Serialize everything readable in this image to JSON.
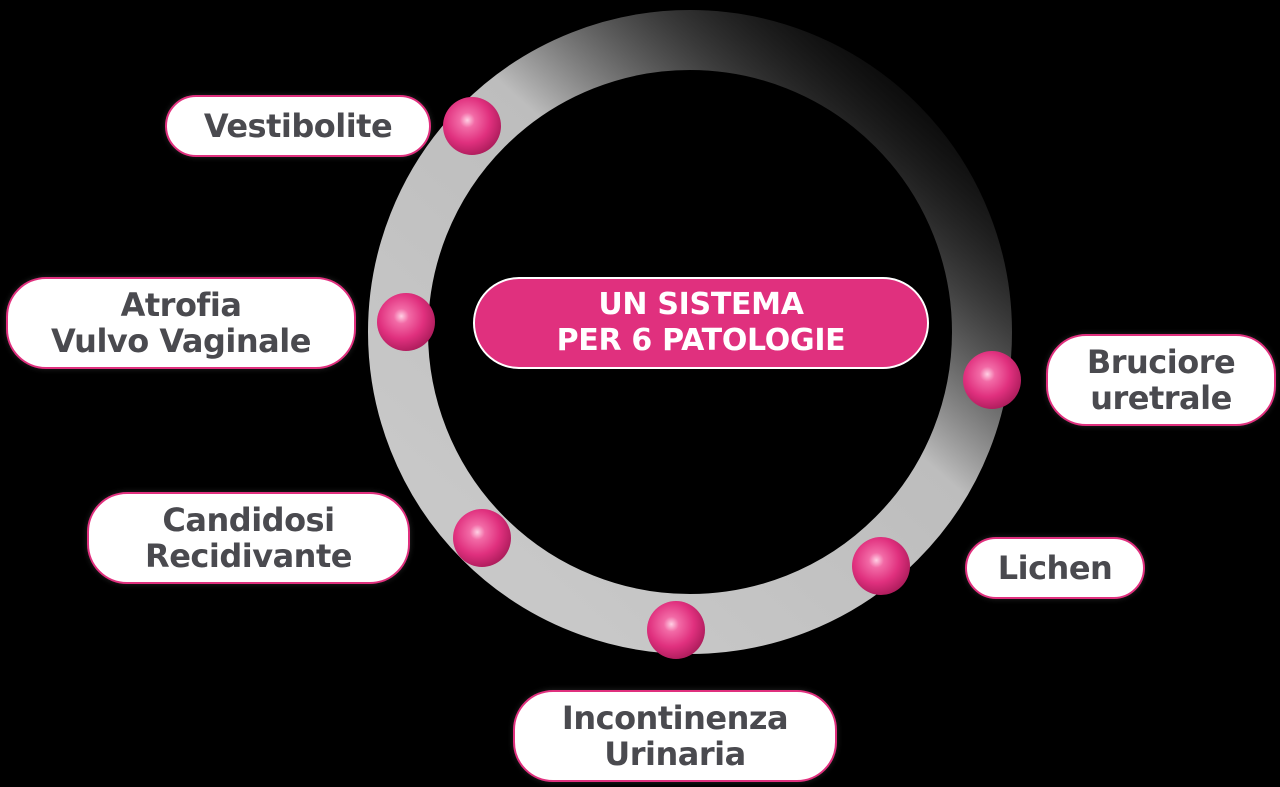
{
  "center": {
    "line1": "UN SISTEMA",
    "line2": "PER 6 PATOLOGIE"
  },
  "labels": {
    "vestibolite": {
      "line1": "Vestibolite"
    },
    "atrofia": {
      "line1": "Atrofia",
      "line2": "Vulvo Vaginale"
    },
    "candidosi": {
      "line1": "Candidosi",
      "line2": "Recidivante"
    },
    "incontinenza": {
      "line1": "Incontinenza",
      "line2": "Urinaria"
    },
    "lichen": {
      "line1": "Lichen"
    },
    "bruciore": {
      "line1": "Bruciore",
      "line2": "uretrale"
    }
  },
  "colors": {
    "accent": "#e0307e",
    "ring": "#c8c8c8",
    "background": "#000000",
    "label_text": "#4a4a4f"
  }
}
